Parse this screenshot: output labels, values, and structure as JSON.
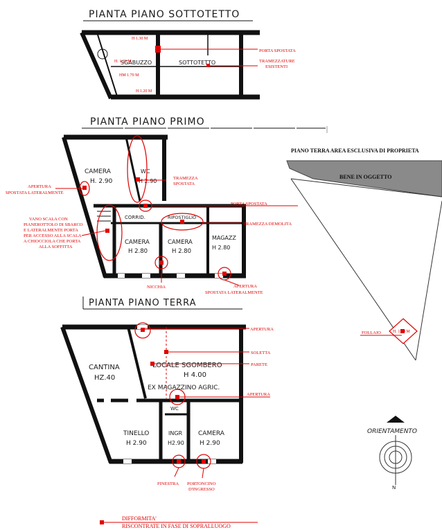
{
  "sections": {
    "sottotetto": {
      "title": "PIANTA PIANO SOTTOTETTO",
      "rooms": {
        "sgabuzzino": "SGABUZZO",
        "sottotetto": "SOTTOTETTO"
      },
      "heights": {
        "h130_top": "H 1.30 M",
        "h120_left": "H. 1.20 M",
        "hm170": "HM 1.70 M",
        "h120_bottom": "H 1.20 M"
      },
      "callouts": {
        "porta_spostata": "PORTA SPOSTATA",
        "tramezzature": "TRAMEZZATURE",
        "esistenti": "ESISTENTI"
      }
    },
    "primo": {
      "title": "PIANTA PIANO PRIMO",
      "rooms": {
        "camera1": "CAMERA",
        "camera1_h": "H. 2.90",
        "wc": "WC",
        "wc_h": "H 2.90",
        "corridoio": "CORRID.",
        "ripostiglio": "RIPOSTIGLIO",
        "camera2": "CAMERA",
        "camera2_h": "H 2.80",
        "camera3": "CAMERA",
        "camera3_h": "H 2.80",
        "magazz": "MAGAZZ",
        "magazz_h": "H 2.80"
      },
      "callouts": {
        "tramezza": "TRAMEZZA",
        "spostata": "SPOSTATA",
        "apertura_l1": "APERTURA",
        "apertura_l2": "SPOSTATA LATERALMENTE",
        "porta_spostata": "PORTA SPOSTATA",
        "tramezza_demolita": "TRAMEZZA DEMOLITA",
        "vano_l1": "VANO SCALA CON",
        "vano_l2": "PIANEROTTOLO DI SBARCO",
        "vano_l3": "E LATERALMENTE PORTA",
        "vano_l4": "PER ACCESSO ALLA SCALA",
        "vano_l5": "A CHIOCCIOLA CHE PORTA",
        "vano_l6": "ALLA SOFFITTA",
        "nicchia": "NICCHIA",
        "apertura_b1": "APERTURA",
        "apertura_b2": "SPOSTATA LATERALMENTE"
      }
    },
    "terra": {
      "title": "PIANTA PIANO TERRA",
      "rooms": {
        "cantina": "CANTINA",
        "cantina_h": "HZ.40",
        "locale": "LOCALE SGOMBERO",
        "locale_h": "H 4.00",
        "ex_mag": "EX MAGAZZINO AGRIC.",
        "wc": "WC",
        "tinello": "TINELLO",
        "tinello_h": "H 2.90",
        "ingr": "INGR",
        "ingr_h": "H2.90",
        "camera": "CAMERA",
        "camera_h": "H 2.90"
      },
      "callouts": {
        "apertura_top": "APERTURA",
        "soletta": "SOLETTA",
        "parete": "PARETE",
        "apertura_mid": "APERTURA",
        "finestra": "FINESTRA",
        "portoncino_l1": "PORTONCINO",
        "portoncino_l2": "D'INGRESSO"
      }
    },
    "area": {
      "title": "PIANO TERRA AREA ESCLUSIVA DI PROPRIETA",
      "bene": "BENE IN OGGETTO",
      "follaio": "FOLLAIO",
      "h100": "H. 1.00 M"
    },
    "orientamento": {
      "label": "ORIENTAMENTO",
      "north": "N"
    }
  },
  "legend": {
    "line1": "DIFFORMITA'",
    "line2": "RISCONTRATE IN FASE DI SOPRALLUOGO"
  },
  "colors": {
    "annotation": "#e00000",
    "ink": "#111111",
    "roof_fill": "#8a8a8a"
  }
}
